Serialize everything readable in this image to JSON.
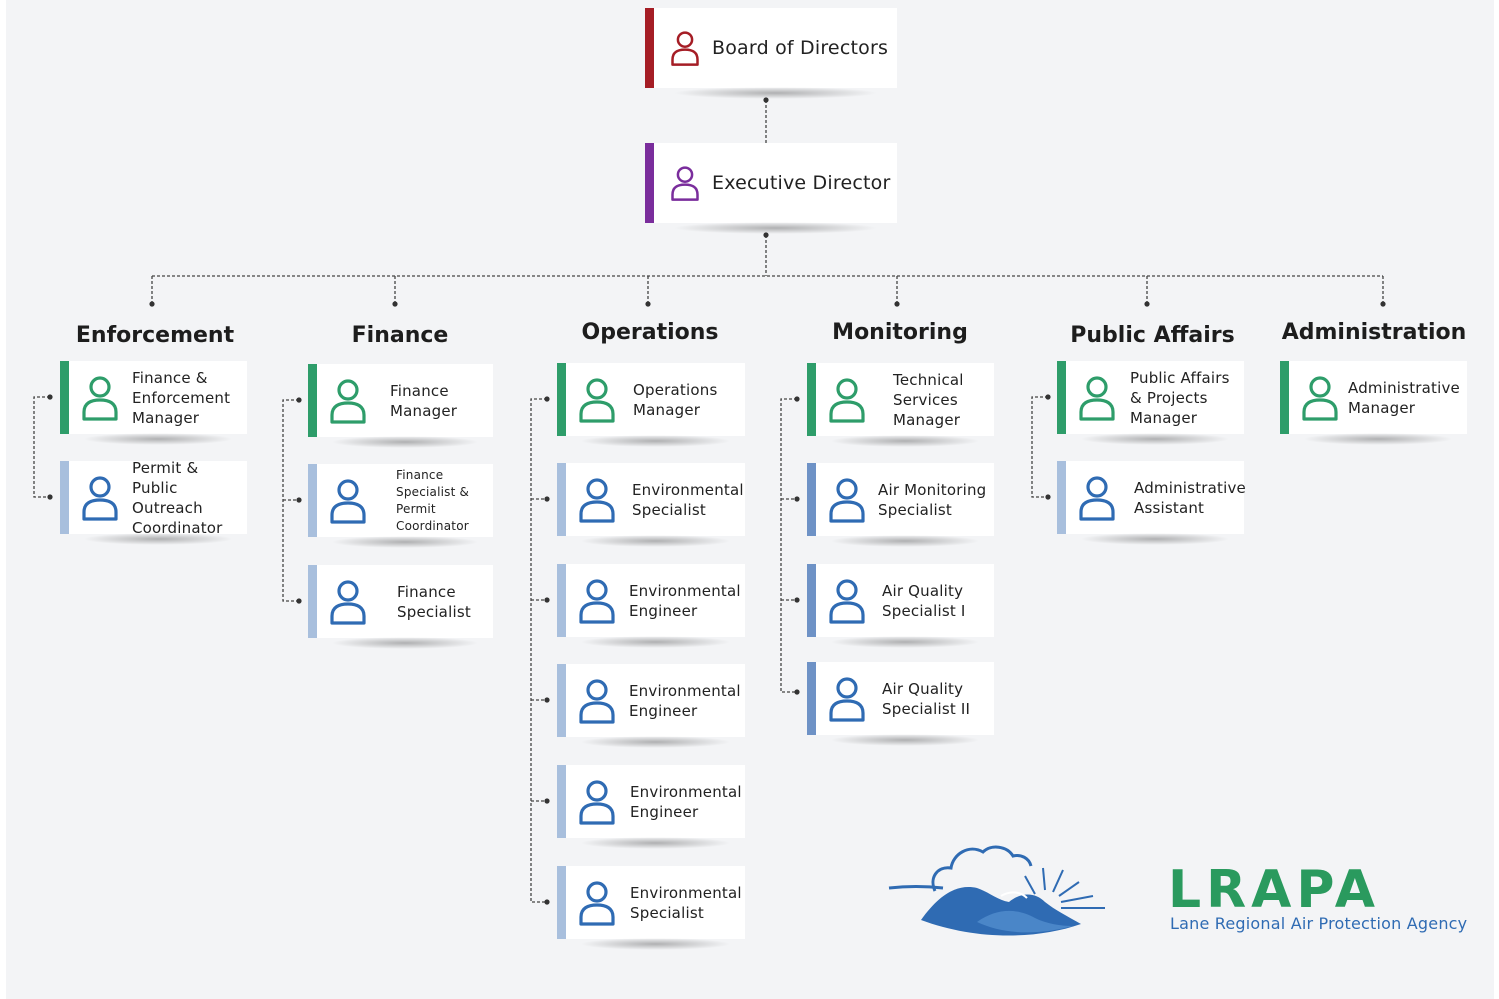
{
  "top": {
    "board": "Board of Directors",
    "executive": "Executive Director"
  },
  "departments": [
    {
      "name": "Enforcement",
      "roles": [
        "Finance & Enforcement Manager",
        "Permit & Public Outreach Coordinator"
      ]
    },
    {
      "name": "Finance",
      "roles": [
        "Finance Manager",
        "Finance Specialist & Permit Coordinator",
        "Finance Specialist"
      ]
    },
    {
      "name": "Operations",
      "roles": [
        "Operations Manager",
        "Environmental Specialist",
        "Environmental Engineer",
        "Environmental Engineer",
        "Environmental Engineer",
        "Environmental Specialist"
      ]
    },
    {
      "name": "Monitoring",
      "roles": [
        "Technical Services Manager",
        "Air Monitoring Specialist",
        "Air Quality Specialist I",
        "Air Quality Specialist II"
      ]
    },
    {
      "name": "Public Affairs",
      "roles": [
        "Public Affairs & Projects Manager",
        "Administrative Assistant"
      ]
    },
    {
      "name": "Administration",
      "roles": [
        "Administrative Manager"
      ]
    }
  ],
  "logo": {
    "name": "LRAPA",
    "subtitle": "Lane Regional Air Protection Agency"
  },
  "colors": {
    "board_accent": "#a51d25",
    "executive_accent": "#7a2d9c",
    "manager_accent": "#2e9d6a",
    "staff_accent": "#a8bfdd",
    "manager_icon": "#2e9d6a",
    "staff_icon": "#2f6bb3",
    "logo_green": "#2a9a5e",
    "logo_blue": "#2f6bb3"
  },
  "icons": {
    "person": "person-icon"
  }
}
